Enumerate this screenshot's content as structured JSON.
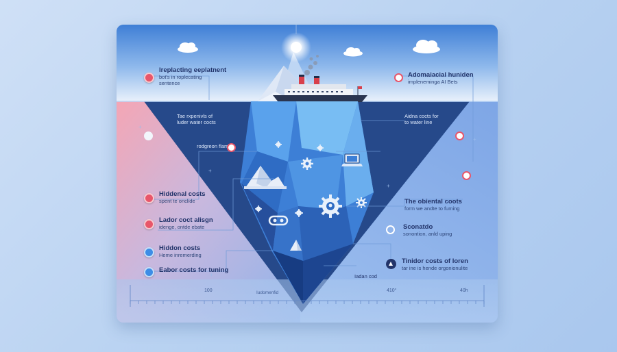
{
  "labels": {
    "top_left": {
      "title": "Ireplacting eeplatnent",
      "sub1": "bot's in roplecating",
      "sub2": "sentence"
    },
    "top_right": {
      "title": "Adomaiacial huniden",
      "sub": "impleneminga AI Bets"
    },
    "dark_left": {
      "line1": "Tae rxpenivls of",
      "line2": "luder water cocts"
    },
    "dark_right": {
      "line1": "Aidna cocts for",
      "line2": "to water line"
    },
    "center_small": "rodgreon flam",
    "left_1": {
      "title": "Hiddenal costs",
      "sub": "spent te onclide"
    },
    "left_2": {
      "title": "Lador coct alisgn",
      "sub": "idenge, ontde ebate"
    },
    "left_3": {
      "title": "Hiddon costs",
      "sub": "Heme inremerding"
    },
    "left_4": {
      "title": "Eabor costs for tuning"
    },
    "right_1": {
      "title": "The obiental coots",
      "sub": "form we andte to fuming"
    },
    "right_2": {
      "title": "Sconatdo",
      "sub": "sonontion, anld uping"
    },
    "right_3": {
      "title": "Tinidor costs of loren",
      "sub": "tar ine is hende orgonionulite"
    },
    "bottom_small": "Iadan cod"
  },
  "axis": {
    "tick_left": "100",
    "tick_mid": "Iudomenfid",
    "tick_right1": "410°",
    "tick_right2": "40h"
  },
  "icons": [
    "cloud-icon",
    "sun-icon",
    "ship-icon",
    "smoke-icon",
    "gear-icon",
    "laptop-icon",
    "mountain-icon",
    "chat-icon",
    "warning-icon",
    "heart-icon",
    "glasses-icon"
  ],
  "colors": {
    "sky_top": "#3f7fd6",
    "sky_bottom": "#e9f1fb",
    "water_dark": "#2a4f92",
    "iceberg_light": "#6fb6ee",
    "iceberg_dark": "#2459a8",
    "accent_red": "#e8566a",
    "accent_blue": "#3d8de6",
    "pink_left": "#f2a3b3"
  }
}
